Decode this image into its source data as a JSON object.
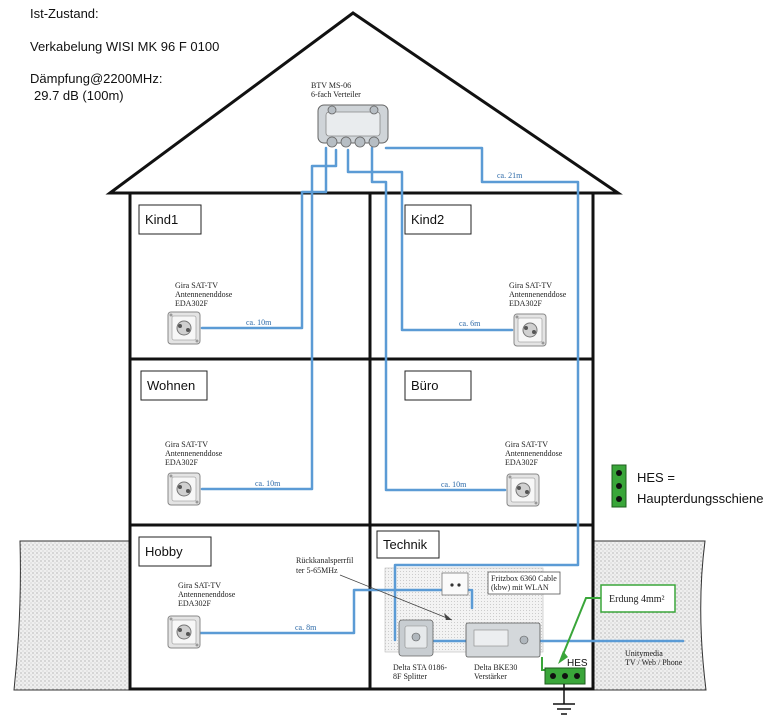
{
  "header": {
    "status": "Ist-Zustand:",
    "cabling": "Verkabelung WISI MK 96 F 0100",
    "damping_label": "Dämpfung@2200MHz:",
    "damping_value": "29.7 dB (100m)"
  },
  "splitter": {
    "name": "BTV MS-06",
    "desc": "6-fach Verteiler"
  },
  "rooms": {
    "kind1": "Kind1",
    "kind2": "Kind2",
    "wohnen": "Wohnen",
    "buero": "Büro",
    "hobby": "Hobby",
    "technik": "Technik"
  },
  "outlet": {
    "line1": "Gira SAT-TV",
    "line2": "Antennenenddose",
    "line3": "EDA302F"
  },
  "cables": {
    "roof": "ca. 21m",
    "kind1": "ca. 10m",
    "kind2": "ca. 6m",
    "wohnen": "ca. 10m",
    "buero": "ca. 10m",
    "hobby": "ca. 8m"
  },
  "filter": {
    "line1": "Rückkanalsperrfil",
    "line2": "ter 5-65MHz"
  },
  "fritzbox": {
    "line1": "Fritzbox 6360 Cable",
    "line2": "(kbw) mit WLAN"
  },
  "grounding": {
    "label": "Erdung 4mm²"
  },
  "provider": {
    "line1": "Unitymedia",
    "line2": "TV / Web / Phone"
  },
  "hes": {
    "short": "HES",
    "line1": "HES =",
    "line2": "Haupterdungsschiene"
  },
  "devices": {
    "splitter2_l1": "Delta STA 0186-",
    "splitter2_l2": "8F Splitter",
    "amp_l1": "Delta BKE30",
    "amp_l2": "Verstärker"
  },
  "colors": {
    "cable": "#5b9bd5",
    "ground": "#3aa63a",
    "dark": "#111111"
  }
}
